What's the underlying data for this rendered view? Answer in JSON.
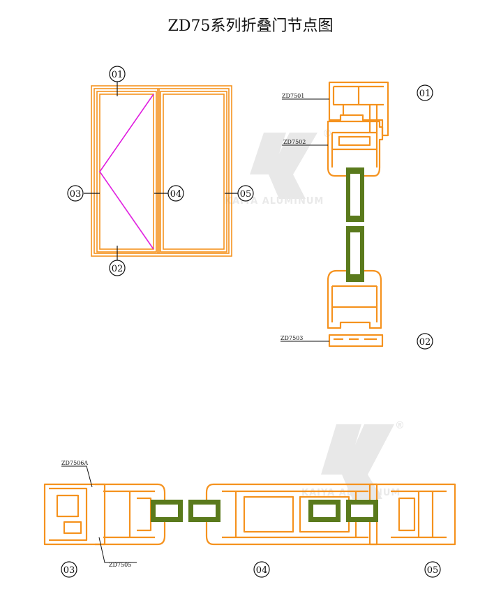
{
  "title": "ZD75系列折叠门节点图",
  "labels": {
    "n01": "01",
    "n02": "02",
    "n03": "03",
    "n04": "04",
    "n05": "05"
  },
  "codes": {
    "zd7501": "ZD7501",
    "zd7502": "ZD7502",
    "zd7503": "ZD7503",
    "zd7506a": "ZD7506A",
    "zd7505": "ZD7505"
  },
  "watermark": {
    "text": "KAIYA ALUMINUM",
    "mark": "®"
  },
  "colors": {
    "profile": "#f5921e",
    "glass": "#5a7a1c",
    "swing": "#e020e0",
    "watermark": "#d6d6d6",
    "line": "#111111"
  }
}
